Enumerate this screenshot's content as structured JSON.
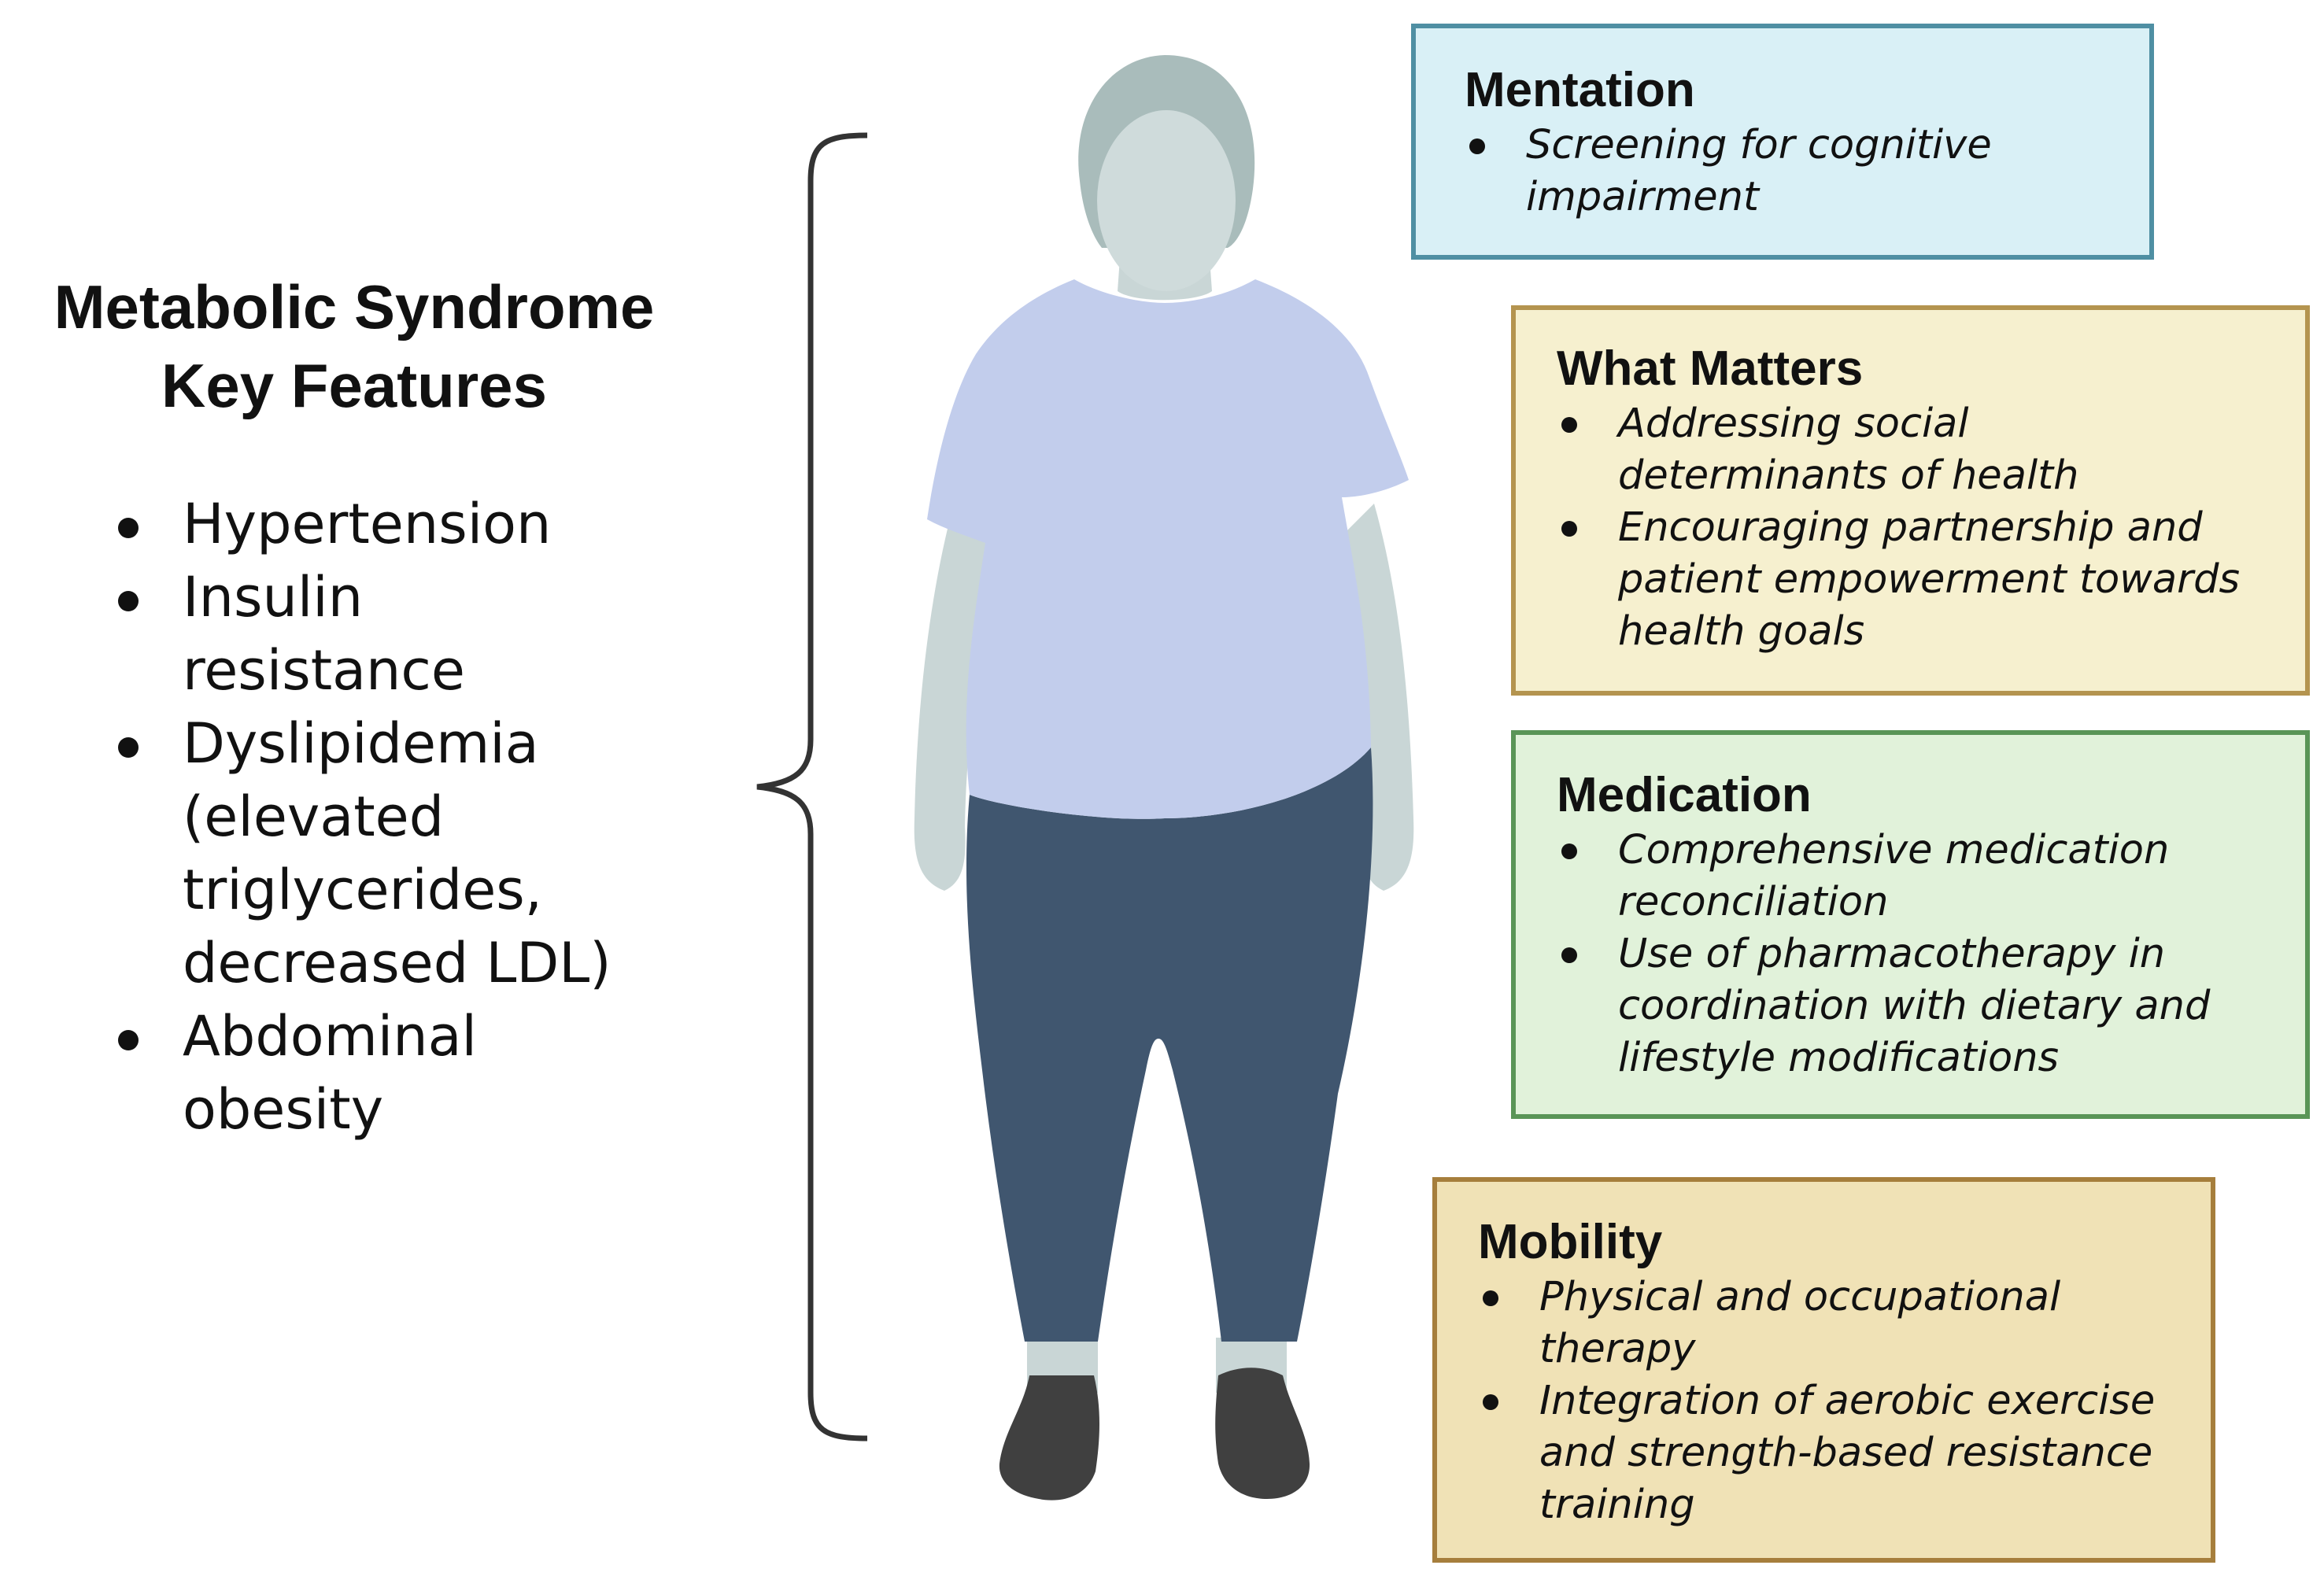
{
  "left_panel": {
    "title_line1": "Metabolic Syndrome",
    "title_line2": "Key Features",
    "features": [
      "Hypertension",
      "Insulin resistance",
      "Dyslipidemia (elevated triglycerides, decreased LDL)",
      "Abdominal obesity"
    ]
  },
  "boxes": {
    "mentation": {
      "title": "Mentation",
      "items": [
        "Screening for cognitive impairment"
      ]
    },
    "what_matters": {
      "title": "What Matters",
      "items": [
        "Addressing social determinants of health",
        "Encouraging partnership and patient empowerment towards health goals"
      ]
    },
    "medication": {
      "title": "Medication",
      "items": [
        "Comprehensive medication reconciliation",
        "Use of pharmacotherapy in coordination with dietary and lifestyle modifications"
      ]
    },
    "mobility": {
      "title": "Mobility",
      "items": [
        "Physical and occupational therapy",
        "Integration of aerobic exercise and strength-based resistance training"
      ]
    }
  },
  "colors": {
    "skin": "#c9d6d6",
    "hair": "#a9bcbb",
    "shirt": "#c2cdec",
    "pants": "#40566f",
    "shoes": "#404040",
    "mentation_fill": "#d9f0f6",
    "what_matters_fill": "#f6f0cf",
    "medication_fill": "#e1f2da",
    "mobility_fill": "#f0e2b6"
  }
}
